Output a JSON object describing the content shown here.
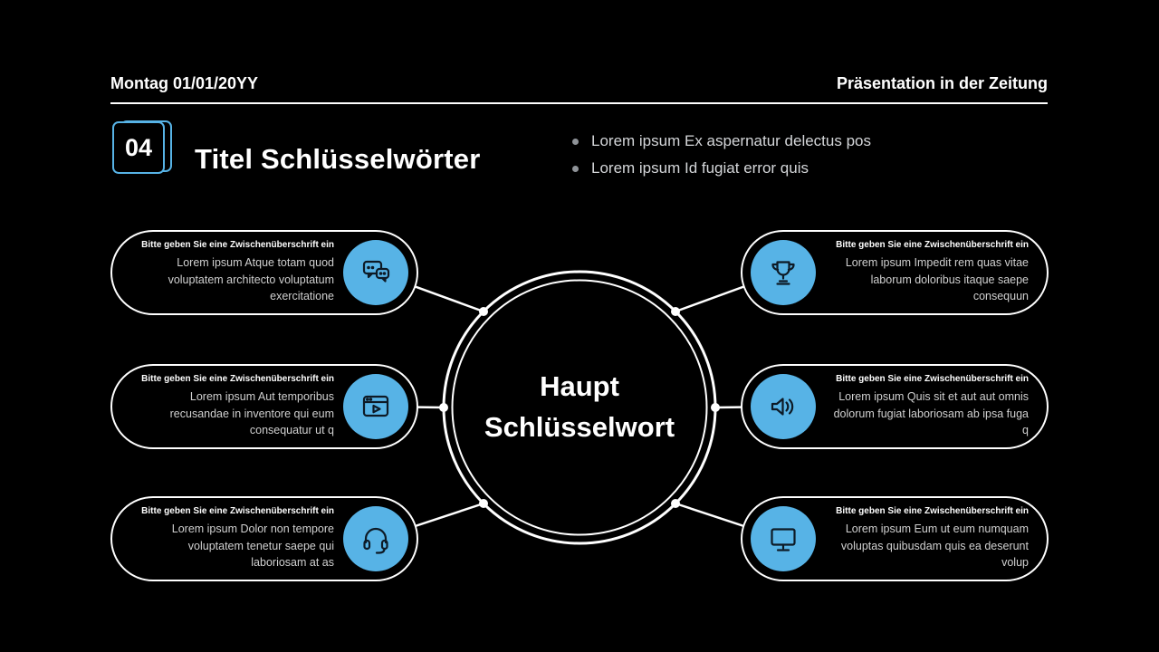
{
  "colors": {
    "background": "#000000",
    "accent": "#57b3e6",
    "text": "#ffffff"
  },
  "header": {
    "date": "Montag 01/01/20YY",
    "title": "Präsentation in der Zeitung"
  },
  "slide": {
    "number": "04",
    "title": "Titel Schlüsselwörter",
    "bullets": [
      "Lorem ipsum Ex aspernatur delectus pos",
      "Lorem ipsum Id fugiat error quis"
    ]
  },
  "center": {
    "line1": "Haupt",
    "line2": "Schlüsselwort"
  },
  "cards": {
    "left": [
      {
        "heading": "Bitte geben Sie eine Zwischenüberschrift ein",
        "body": "Lorem ipsum Atque totam quod voluptatem architecto voluptatum exercitatione",
        "icon": "chat-icon"
      },
      {
        "heading": "Bitte geben Sie eine Zwischenüberschrift ein",
        "body": "Lorem ipsum Aut temporibus recusandae in inventore qui eum consequatur ut q",
        "icon": "video-player-icon"
      },
      {
        "heading": "Bitte geben Sie eine Zwischenüberschrift ein",
        "body": "Lorem ipsum Dolor non tempore voluptatem tenetur saepe qui laboriosam at as",
        "icon": "headset-icon"
      }
    ],
    "right": [
      {
        "heading": "Bitte geben Sie eine Zwischenüberschrift ein",
        "body": "Lorem ipsum Impedit rem quas vitae laborum doloribus itaque saepe consequun",
        "icon": "trophy-icon"
      },
      {
        "heading": "Bitte geben Sie eine Zwischenüberschrift ein",
        "body": "Lorem ipsum Quis sit et aut aut omnis dolorum fugiat laboriosam ab ipsa fuga q",
        "icon": "speaker-icon"
      },
      {
        "heading": "Bitte geben Sie eine Zwischenüberschrift ein",
        "body": "Lorem ipsum Eum ut eum numquam voluptas quibusdam quis ea deserunt volup",
        "icon": "monitor-icon"
      }
    ]
  }
}
